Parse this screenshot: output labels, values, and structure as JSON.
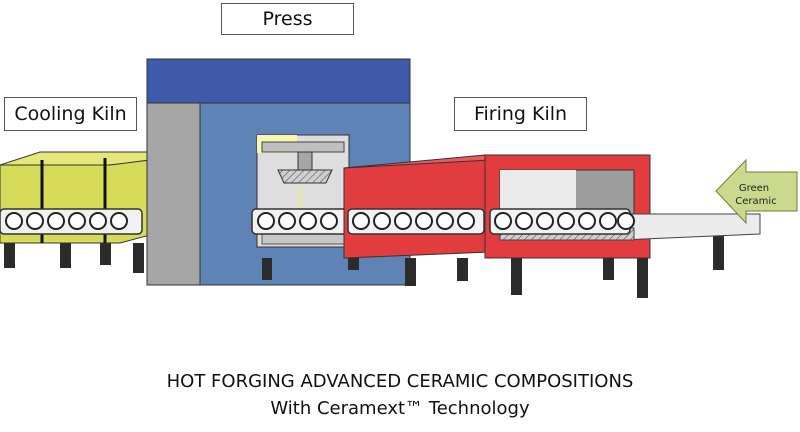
{
  "labels": {
    "press": "Press",
    "cooling_kiln": "Cooling Kiln",
    "firing_kiln": "Firing Kiln",
    "green_ceramic_line1": "Green",
    "green_ceramic_line2": "Ceramic"
  },
  "caption": {
    "line1": "HOT FORGING ADVANCED CERAMIC COMPOSITIONS",
    "line2": "With Ceramext™  Technology"
  },
  "colors": {
    "cooling_kiln": "#d6dc5a",
    "press_top": "#3e5aa8",
    "press_body": "#5f83b4",
    "press_side": "#a6a6a6",
    "firing_kiln": "#e23c3f",
    "arrow": "#cbd98e",
    "legs": "#2b2b2b"
  },
  "icons": [
    "roller-icon",
    "arrow-left-icon"
  ]
}
